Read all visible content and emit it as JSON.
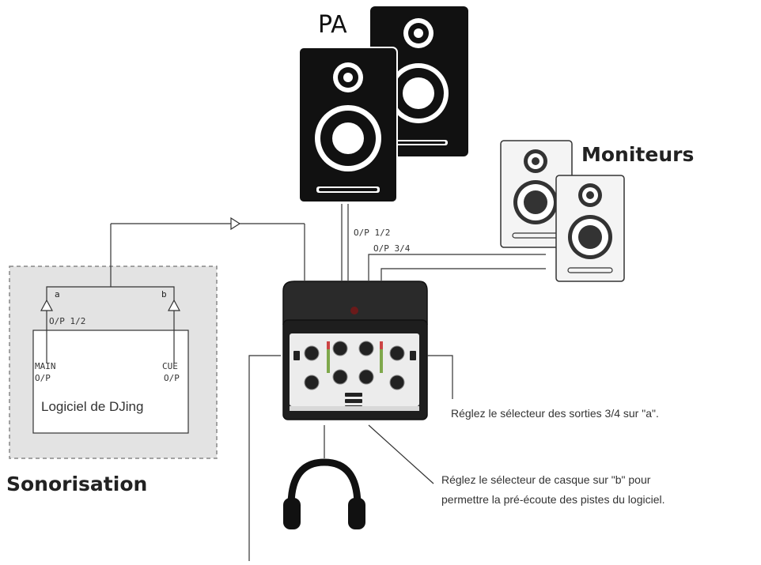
{
  "labels": {
    "pa": "PA",
    "monitors": "Moniteurs",
    "sound_system": "Sonorisation",
    "software": "Logiciel de DJing",
    "output_12_top": "O/P 1/2",
    "output_34": "O/P 3/4",
    "output_12_soft": "O/P 1/2",
    "main_label": "MAIN",
    "main_op": "O/P",
    "cue_label": "CUE",
    "cue_op": "O/P",
    "switch_a": "a",
    "switch_b": "b"
  },
  "annotations": {
    "outputs_selector": "Réglez le sélecteur des sorties 3/4 sur \"a\".",
    "headphone_line1": "Réglez le sélecteur de casque sur \"b\" pour",
    "headphone_line2": "permettre la pré-écoute des pistes du logiciel."
  },
  "colors": {
    "speaker_body": "#111111",
    "monitor_body": "#f4f4f4",
    "software_area": "#e3e3e3",
    "line": "#333333"
  }
}
